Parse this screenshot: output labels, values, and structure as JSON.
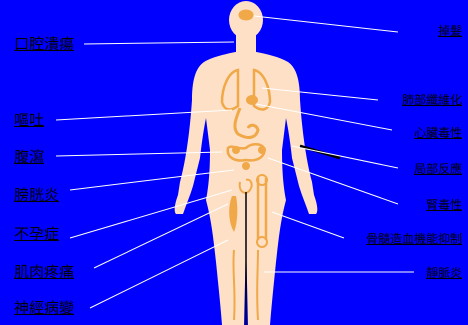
{
  "labels_left": [
    {
      "id": "kouqiang",
      "text": "口腔潰瘍"
    },
    {
      "id": "outu",
      "text": "嘔吐"
    },
    {
      "id": "fuxie",
      "text": "腹瀉"
    },
    {
      "id": "pangguangyan",
      "text": "膀胱炎"
    },
    {
      "id": "buyunzheng",
      "text": "不孕症"
    },
    {
      "id": "jirou",
      "text": "肌肉疼痛"
    },
    {
      "id": "shenjing",
      "text": "神經病變"
    }
  ],
  "labels_right": [
    {
      "id": "tuofa",
      "text": "掉髮"
    },
    {
      "id": "feibu",
      "text": "肺部纖維化"
    },
    {
      "id": "xinzang",
      "text": "心臟毒性"
    },
    {
      "id": "juxing",
      "text": "局部反應"
    },
    {
      "id": "shen",
      "text": "腎毒性"
    },
    {
      "id": "gusui",
      "text": "骨髓造血機能抑制"
    },
    {
      "id": "jingmai",
      "text": "靜脈炎"
    }
  ],
  "colors": {
    "background": "#0000ff",
    "skin": "#fde0c5",
    "organ": "#f0a848",
    "line": "#ffffff",
    "text": "#000000"
  }
}
